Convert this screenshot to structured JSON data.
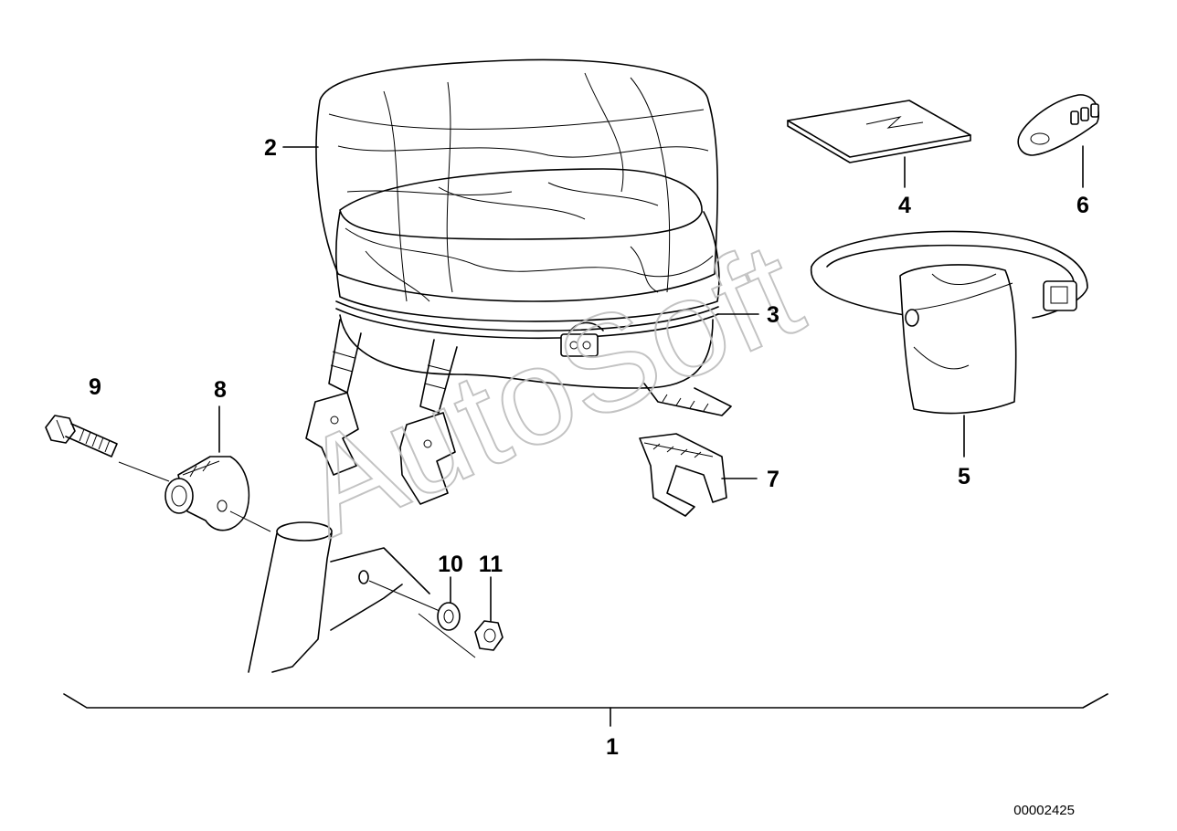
{
  "diagram": {
    "watermark": "AutoSoft",
    "document_number": "00002425",
    "callouts": [
      "1",
      "2",
      "3",
      "4",
      "5",
      "6",
      "7",
      "8",
      "9",
      "10",
      "11"
    ]
  }
}
